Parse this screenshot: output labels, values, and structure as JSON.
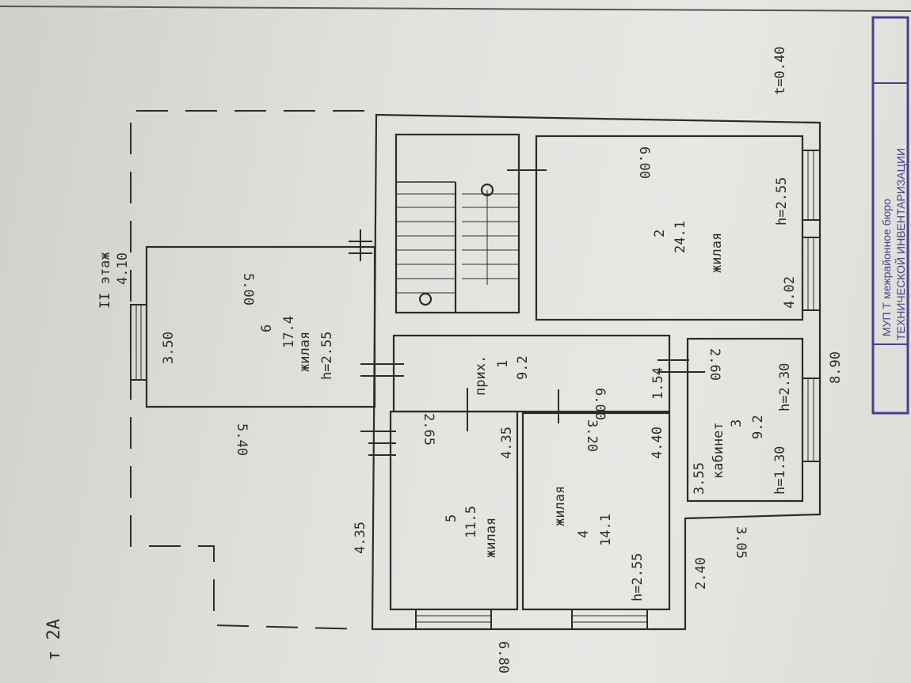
{
  "sheet_label": "т 2А",
  "floor": {
    "label": "II этаж",
    "height": "4.10"
  },
  "wall_thickness": "t=0.40",
  "rooms": [
    {
      "num": "1",
      "area": "9.2",
      "type": "прих.",
      "dims": [
        "6.00",
        "1.54",
        "2.65"
      ]
    },
    {
      "num": "2",
      "area": "24.1",
      "type": "жилая",
      "height": "h=2.55",
      "dims": [
        "6.00",
        "4.02"
      ]
    },
    {
      "num": "3",
      "area": "9.2",
      "type": "кабинет",
      "height": "h=2.30",
      "height2": "h=1.30",
      "dims": [
        "3.55",
        "2.60"
      ]
    },
    {
      "num": "4",
      "area": "14.1",
      "type": "жилая",
      "height": "h=2.55",
      "dims": [
        "3.20",
        "4.40"
      ]
    },
    {
      "num": "5",
      "area": "11.5",
      "type": "жилая",
      "dims": [
        "4.35"
      ]
    },
    {
      "num": "6",
      "area": "17.4",
      "type": "жилая",
      "height": "h=2.55",
      "dims": [
        "5.00",
        "3.50"
      ]
    }
  ],
  "outer_dims": {
    "d1": "5.40",
    "d2": "4.35",
    "d3": "2.40",
    "d4": "3.05",
    "d5": "8.90",
    "d6": "6.80"
  },
  "stamp": {
    "line1": "МУП Т межрайонное бюро",
    "line2": "ТЕХНИЧЕСКОЙ ИНВЕНТАРИЗАЦИИ"
  }
}
